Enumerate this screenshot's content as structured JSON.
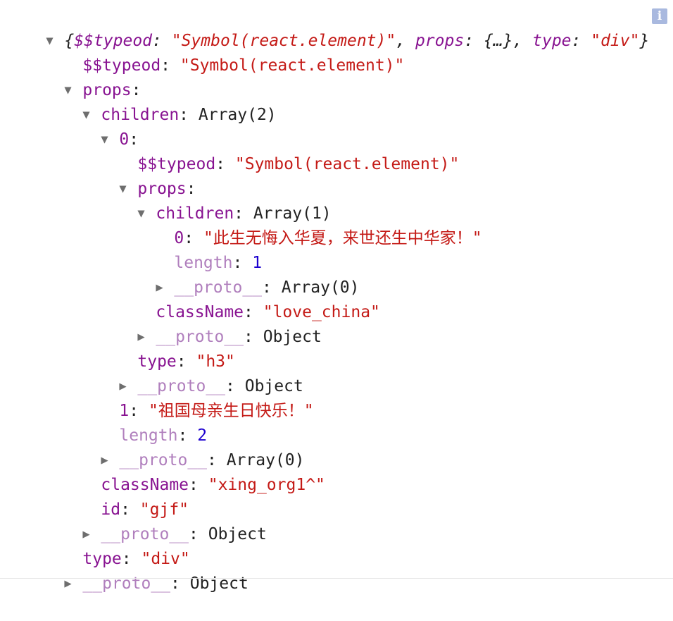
{
  "icons": {
    "expanded": "▼",
    "collapsed": "▶",
    "info": "i"
  },
  "punct": {
    "colon": ": ",
    "colon_only": ":",
    "sep": ", "
  },
  "root": {
    "open": "{",
    "close": "}",
    "typeof_key": "$$typeod",
    "typeof_val": "\"Symbol(react.element)\"",
    "props_key": "props",
    "props_val": "{…}",
    "type_key": "type",
    "type_val": "\"div\""
  },
  "rows": {
    "r1": {
      "key": "$$typeod",
      "val": "\"Symbol(react.element)\""
    },
    "r2": {
      "key": "props"
    },
    "r3": {
      "key": "children",
      "val": "Array(2)"
    },
    "r4": {
      "key": "0"
    },
    "r5": {
      "key": "$$typeod",
      "val": "\"Symbol(react.element)\""
    },
    "r6": {
      "key": "props"
    },
    "r7": {
      "key": "children",
      "val": "Array(1)"
    },
    "r8": {
      "key": "0",
      "val": "\"此生无悔入华夏，来世还生中华家！\""
    },
    "r9": {
      "key": "length",
      "val": "1"
    },
    "r10": {
      "key": "__proto__",
      "val": "Array(0)"
    },
    "r11": {
      "key": "className",
      "val": "\"love_china\""
    },
    "r12": {
      "key": "__proto__",
      "val": "Object"
    },
    "r13": {
      "key": "type",
      "val": "\"h3\""
    },
    "r14": {
      "key": "__proto__",
      "val": "Object"
    },
    "r15": {
      "key": "1",
      "val": "\"祖国母亲生日快乐！\""
    },
    "r16": {
      "key": "length",
      "val": "2"
    },
    "r17": {
      "key": "__proto__",
      "val": "Array(0)"
    },
    "r18": {
      "key": "className",
      "val": "\"xing_org1^\""
    },
    "r19": {
      "key": "id",
      "val": "\"gjf\""
    },
    "r20": {
      "key": "__proto__",
      "val": "Object"
    },
    "r21": {
      "key": "type",
      "val": "\"div\""
    },
    "r22": {
      "key": "__proto__",
      "val": "Object"
    }
  }
}
